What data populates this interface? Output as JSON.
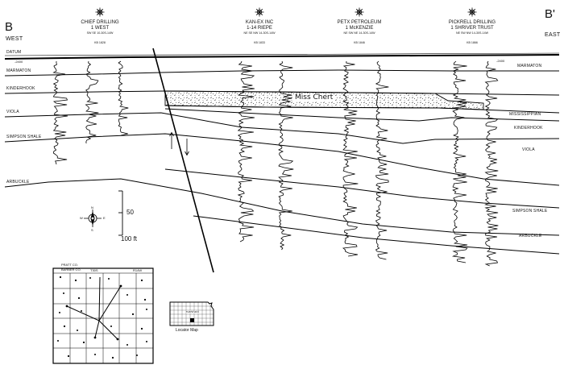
{
  "section": {
    "left_label": "B",
    "right_label": "B'",
    "west_label": "WEST",
    "east_label": "EAST",
    "datum_label": "DATUM",
    "datum_value_left": "-2400",
    "datum_value_right": "-2400"
  },
  "wells": [
    {
      "operator": "CHIEF DRILLING",
      "name": "1 WEST",
      "location": "SW SE 10-30S-14W",
      "elev": "KB 1828"
    },
    {
      "operator": "KAN-EX INC",
      "name": "1-14 RIEPE",
      "location": "NE SE NW 14-30S-14W",
      "elev": "KB 1833"
    },
    {
      "operator": "PETX PETROLEUM",
      "name": "1 McKENZIE",
      "location": "NE SW NE 14-30S-14W",
      "elev": "KB 1846"
    },
    {
      "operator": "PICKRELL DRILLING",
      "name": "1 SHRIVER TRUST",
      "location": "NE SW NW 14-30S-14W",
      "elev": "KB 1866"
    }
  ],
  "formations_left": [
    "MARMATON",
    "KINDERHOOK",
    "VIOLA",
    "SIMPSON SHALE",
    "ARBUCKLE"
  ],
  "formations_right": [
    "MARMATON",
    "MISSISSIPPIAN",
    "KINDERHOOK",
    "VIOLA",
    "SIMPSON SHALE",
    "ARBUCKLE"
  ],
  "chert_label": "Miss Chert",
  "scale_labels": [
    "50",
    "100 ft"
  ],
  "compass": {
    "n": "N",
    "s": "S",
    "e": "E",
    "w": "W"
  },
  "inset_labels": {
    "top_left": "PRATT CO.",
    "top_left_2": "BARBER CO.",
    "top_mid": "T30S",
    "top_right": "R14W"
  },
  "locator": {
    "state": "KANSAS",
    "caption": "Locator Map"
  }
}
